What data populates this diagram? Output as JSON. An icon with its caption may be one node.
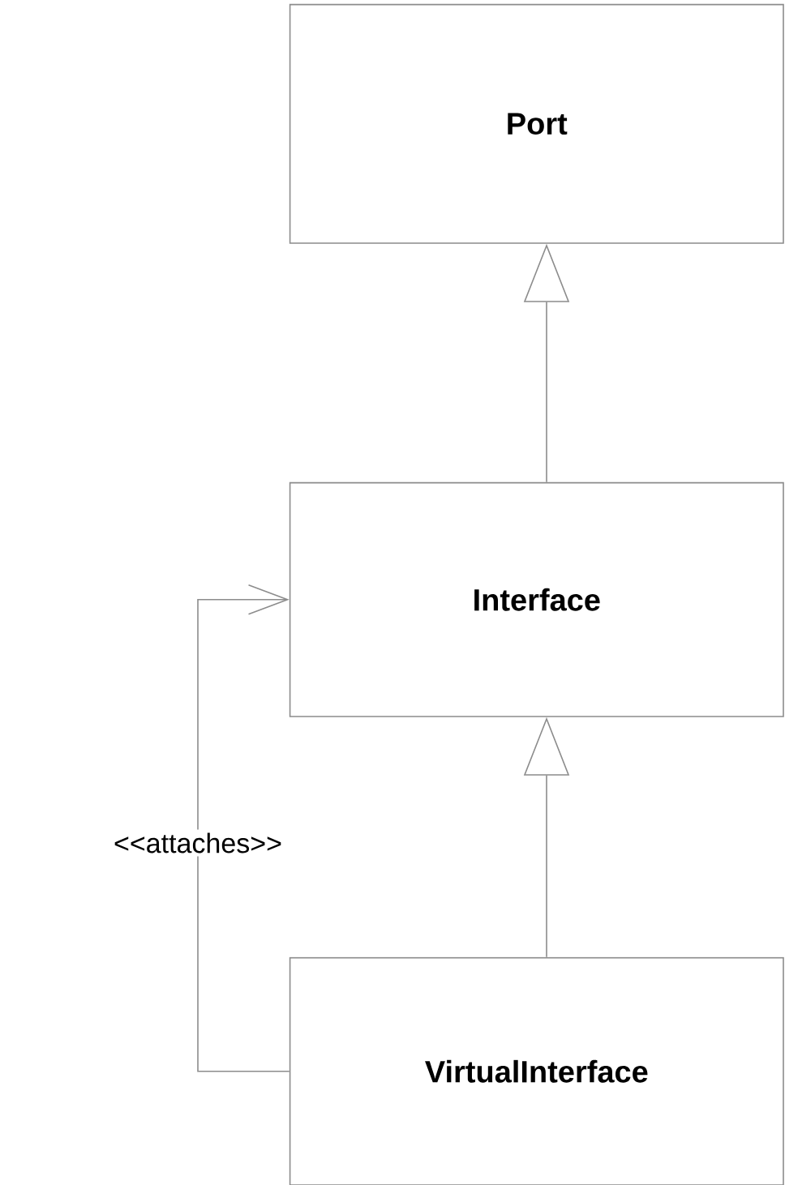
{
  "diagram": {
    "nodes": [
      {
        "text": [
          "Port"
        ]
      },
      {
        "text": [
          "Interface"
        ]
      },
      {
        "text": [
          "VirtualInterface"
        ]
      }
    ],
    "edges": [
      {
        "from": 1,
        "to": 0,
        "arrow": "to"
      },
      {
        "from": 2,
        "to": 1,
        "arrow": "to"
      },
      {
        "from": 2,
        "to": 1,
        "arrow": "to",
        "label": "<<attaches>>"
      }
    ]
  }
}
